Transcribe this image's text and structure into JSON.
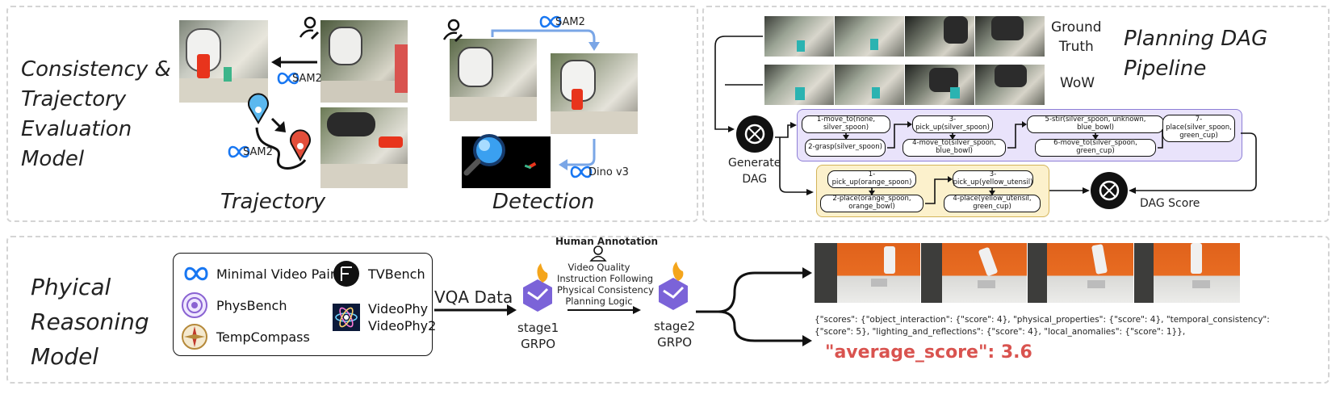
{
  "consistency": {
    "title_lines": [
      "Consistency &",
      "Trajectory",
      "Evaluation",
      "Model"
    ],
    "sam2_label_a": "SAM2",
    "sam2_label_b": "SAM2",
    "sam2_label_c": "SAM2",
    "dino_label": "Dino v3",
    "trajectory_caption": "Trajectory",
    "detection_caption": "Detection"
  },
  "planning": {
    "title_lines": [
      "Planning DAG",
      "Pipeline"
    ],
    "ground_truth_lines": [
      "Ground",
      "Truth"
    ],
    "wow_label": "WoW",
    "generate_dag_lines": [
      "Generate",
      "DAG"
    ],
    "dag_score_label": "DAG Score",
    "purple_nodes": [
      "1-move_to(none, silver_spoon)",
      "2-grasp(silver_spoon)",
      "3-pick_up(silver_spoon)",
      "4-move_to(silver_spoon, blue_bowl)",
      "5-stir(silver_spoon, unknown, blue_bowl)",
      "6-move_to(silver_spoon, green_cup)",
      "7-place(silver_spoon, green_cup)"
    ],
    "yellow_nodes": [
      "1-pick_up(orange_spoon)",
      "2-place(orange_spoon, orange_bowl)",
      "3-pick_up(yellow_utensil)",
      "4-place(yellow_utensil, green_cup)"
    ],
    "colors": {
      "purple_bg": "#e9e3fb",
      "purple_border": "#8e7fd6",
      "yellow_bg": "#fcf1cc",
      "yellow_border": "#d3b45a"
    }
  },
  "physical": {
    "title_lines": [
      "Phyical",
      "Reasoning",
      "Model"
    ],
    "datasets": {
      "minimal_video_pairs": "Minimal Video Pairs",
      "physbench": "PhysBench",
      "tempcompass": "TempCompass",
      "tvbench": "TVBench",
      "videophy": "VideoPhy",
      "videophy2": "VideoPhy2"
    },
    "vqa_label": "VQA Data",
    "stage1_lines": [
      "stage1",
      "GRPO"
    ],
    "stage2_lines": [
      "stage2",
      "GRPO"
    ],
    "human_annotation": "Human Annotation",
    "annotation_items": [
      "Video Quality",
      "Instruction Following",
      "Physical Consistency",
      "Planning Logic"
    ],
    "scores_lines": [
      "{\"scores\": {\"object_interaction\": {\"score\": 4}, \"physical_properties\": {\"score\": 4}, \"temporal_consistency\":",
      "{\"score\": 5}, \"lighting_and_reflections\": {\"score\": 4}, \"local_anomalies\": {\"score\": 1}},"
    ],
    "average_score": "\"average_score\": 3.6",
    "colors": {
      "average_score": "#d9534f",
      "meta_blue": "#1877f2"
    }
  }
}
